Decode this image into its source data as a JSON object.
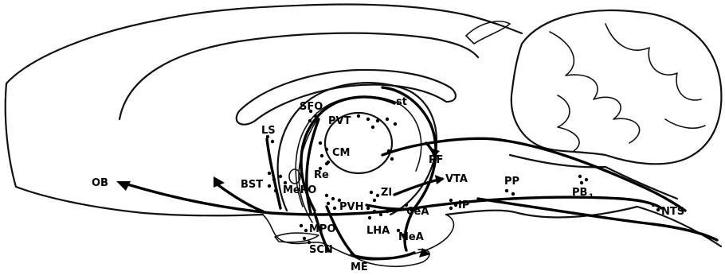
{
  "diagram": {
    "labels": {
      "OB": "OB",
      "LS": "LS",
      "SFO": "SFO",
      "PVT": "PVT",
      "st": "st",
      "CM": "CM",
      "BST": "BST",
      "MePO": "MePO",
      "Re": "Re",
      "PF": "PF",
      "VTA": "VTA",
      "ZI": "ZI",
      "PVH": "PVH",
      "CeA": "CeA",
      "IP": "IP",
      "PP": "PP",
      "PB": "PB",
      "PB_sub": "1",
      "NTS": "NTS",
      "MPO": "MPO",
      "LHA": "LHA",
      "MeA": "MeA",
      "SCN": "SCN",
      "ME": "ME"
    }
  }
}
